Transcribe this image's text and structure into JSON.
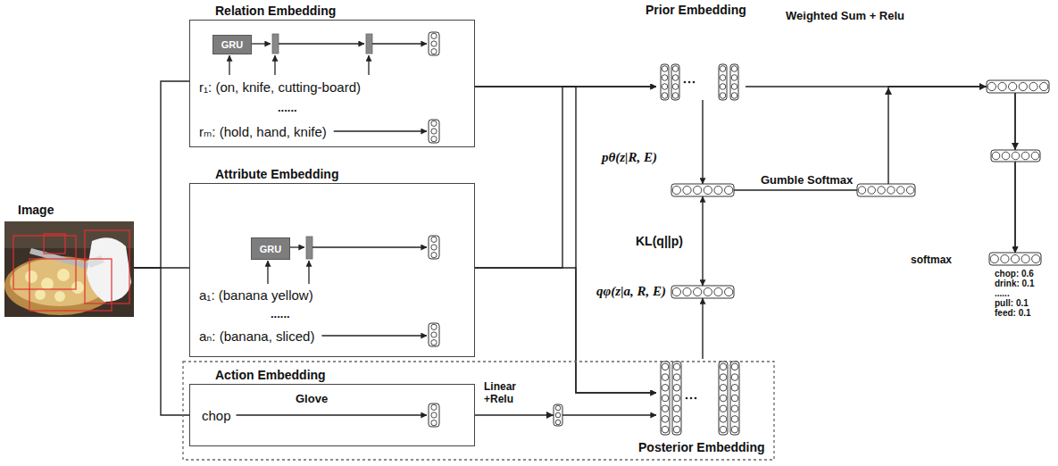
{
  "diagram": {
    "nodes": [
      {
        "text": [
          "Image"
        ]
      },
      {
        "text": [
          "Relation Embedding",
          "r₁: (on, knife, cutting-board)",
          "......",
          "rₘ: (hold, hand, knife)"
        ]
      },
      {
        "text": [
          "GRU"
        ],
        "in": 1
      },
      {
        "text": [
          "Attribute Embedding",
          "a₁: (banana yellow)",
          "......",
          "aₙ: (banana, sliced)"
        ]
      },
      {
        "text": [
          "GRU"
        ],
        "in": 3
      },
      {
        "text": [
          "Action Embedding",
          "chop",
          "Glove"
        ]
      },
      {
        "text": [
          "Prior Embedding"
        ]
      },
      {
        "text": [
          "pθ(z|R, E)"
        ]
      },
      {
        "text": [
          "qφ(z|a, R, E)"
        ]
      },
      {
        "text": [
          "Posterior Embedding"
        ]
      },
      {
        "text": [
          "chop: 0.6",
          "drink: 0.1",
          "......",
          "pull: 0.1",
          "feed: 0.1"
        ]
      }
    ],
    "edges": [
      {
        "from": 0,
        "to": 1,
        "arrow": "none"
      },
      {
        "from": 0,
        "to": 3,
        "arrow": "none"
      },
      {
        "from": 0,
        "to": 5,
        "arrow": "none"
      },
      {
        "from": 1,
        "to": 6,
        "arrow": "to"
      },
      {
        "from": 3,
        "to": 6,
        "arrow": "to"
      },
      {
        "from": 1,
        "to": 9,
        "arrow": "to"
      },
      {
        "from": 3,
        "to": 9,
        "arrow": "to"
      },
      {
        "from": 5,
        "to": 9,
        "label": "Linear +Relu",
        "arrow": "to"
      },
      {
        "from": 6,
        "to": 7,
        "arrow": "to"
      },
      {
        "from": 9,
        "to": 8,
        "arrow": "to"
      },
      {
        "from": 7,
        "to": 8,
        "label": "KL(q||p)",
        "arrow": "both"
      },
      {
        "from": 7,
        "to": 10,
        "label": "Gumble Softmax",
        "arrow": "to"
      },
      {
        "from": 6,
        "to": 10,
        "label": "Weighted Sum + Relu",
        "arrow": "to"
      }
    ],
    "labels": [
      "softmax"
    ]
  }
}
